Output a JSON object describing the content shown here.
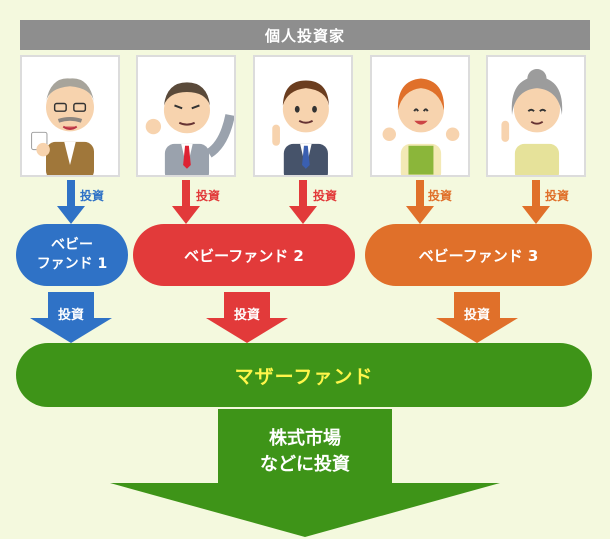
{
  "header": {
    "title": "個人投資家"
  },
  "investor_arrows": [
    {
      "label": "投資",
      "color": "#2f72c6"
    },
    {
      "label": "投資",
      "color": "#e23a3a"
    },
    {
      "label": "投資",
      "color": "#e23a3a"
    },
    {
      "label": "投資",
      "color": "#e0702a"
    },
    {
      "label": "投資",
      "color": "#e0702a"
    }
  ],
  "baby_funds": [
    {
      "line1": "ベビー",
      "line2": "ファンド 1",
      "color": "#2f72c6"
    },
    {
      "label": "ベビーファンド 2",
      "color": "#e23a3a"
    },
    {
      "label": "ベビーファンド 3",
      "color": "#e0702a"
    }
  ],
  "fund_arrows": [
    {
      "label": "投資"
    },
    {
      "label": "投資"
    },
    {
      "label": "投資"
    }
  ],
  "mother_fund": {
    "label": "マザーファンド",
    "color": "#3e9418",
    "text_color": "#fff64a"
  },
  "bottom": {
    "line1": "株式市場",
    "line2": "などに投資"
  }
}
